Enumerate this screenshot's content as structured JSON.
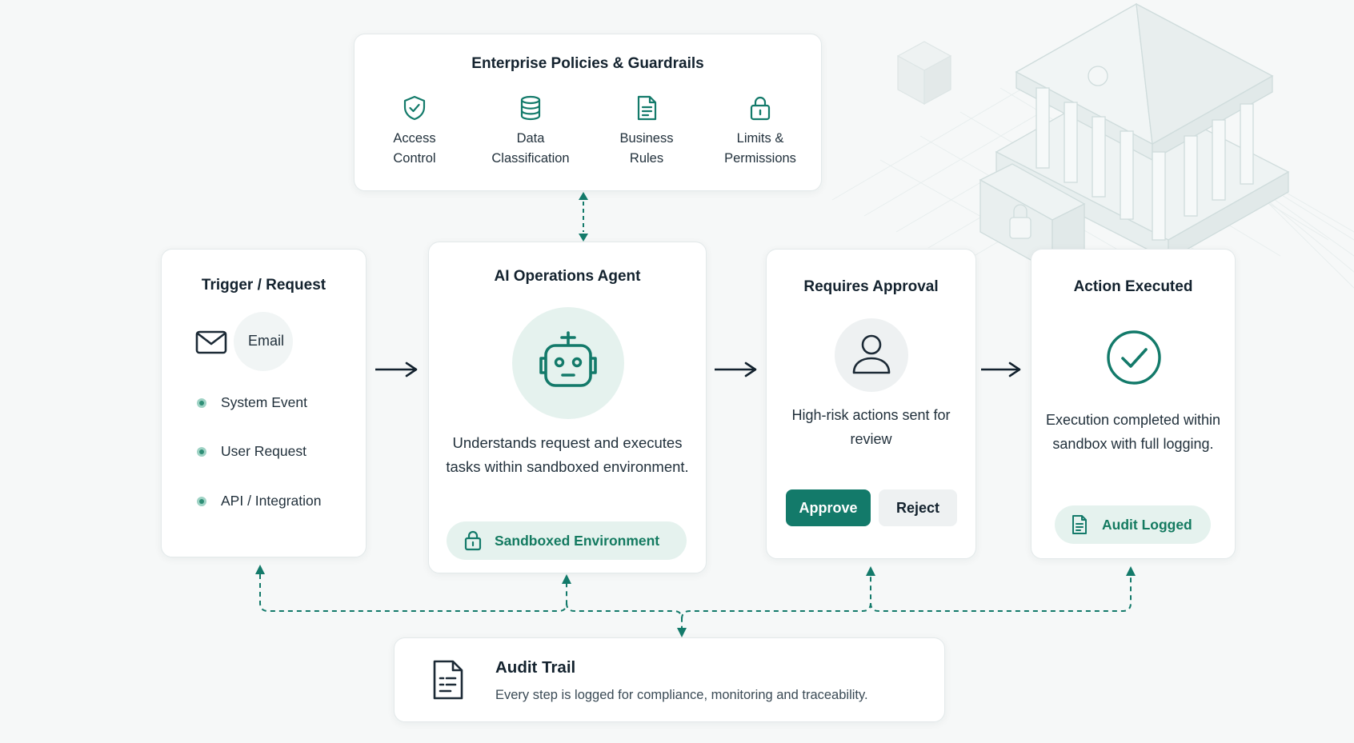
{
  "policies": {
    "title": "Enterprise Policies & Guardrails",
    "items": [
      {
        "label": "Access\nControl",
        "icon": "shield-check-icon"
      },
      {
        "label": "Data\nClassification",
        "icon": "database-icon"
      },
      {
        "label": "Business\nRules",
        "icon": "document-icon"
      },
      {
        "label": "Limits &\nPermissions",
        "icon": "lock-icon"
      }
    ]
  },
  "trigger": {
    "title": "Trigger / Request",
    "email_label": "Email",
    "sources": [
      "System Event",
      "User Request",
      "API / Integration"
    ]
  },
  "agent": {
    "title": "AI Operations Agent",
    "description": "Understands request and executes tasks within sandboxed environment.",
    "sandbox_label": "Sandboxed Environment",
    "icon": "robot-icon"
  },
  "approval": {
    "title": "Requires Approval",
    "description": "High-risk actions sent for review",
    "approve_label": "Approve",
    "reject_label": "Reject",
    "icon": "person-icon"
  },
  "executed": {
    "title": "Action Executed",
    "description": "Execution completed within sandbox with full logging.",
    "audit_label": "Audit Logged",
    "icon": "check-circle-icon"
  },
  "audit_trail": {
    "title": "Audit Trail",
    "description": "Every step is logged for compliance, monitoring and traceability."
  },
  "colors": {
    "accent": "#137a6a",
    "accent_light": "#e5f2ee",
    "text": "#13222e",
    "background": "#f6f8f8"
  }
}
